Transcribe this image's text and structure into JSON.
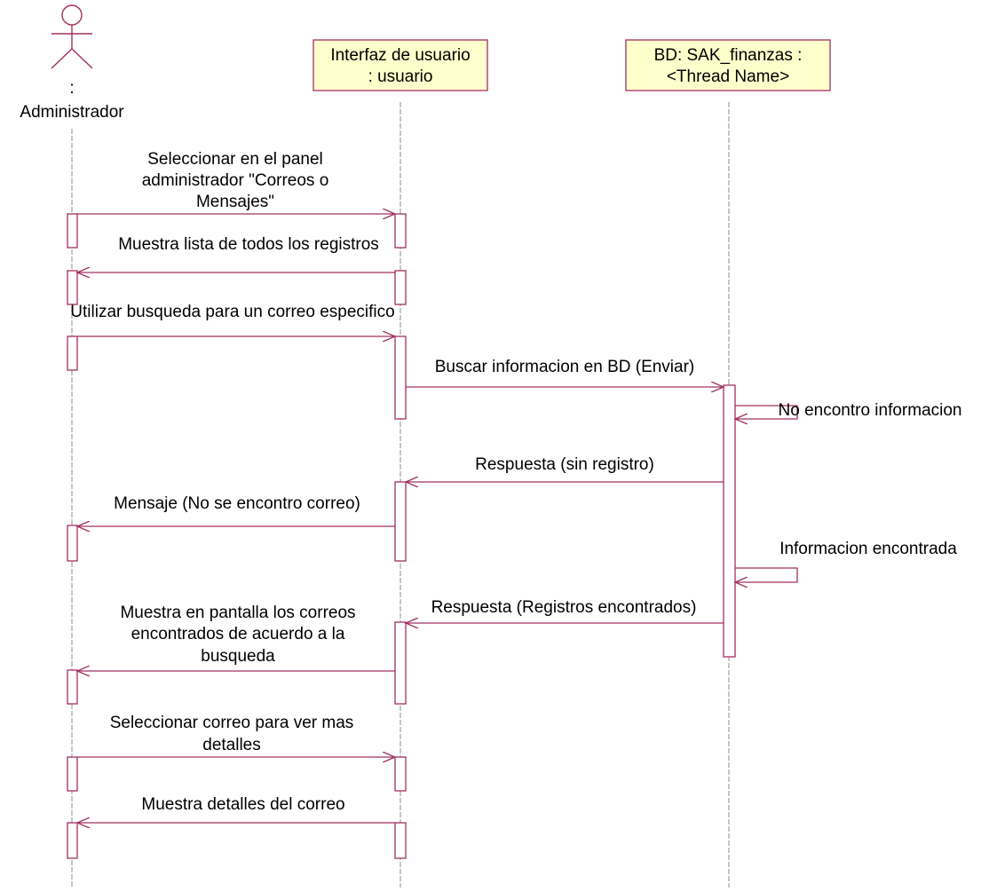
{
  "actor": {
    "colon": ":",
    "name": "Administrador"
  },
  "objects": [
    {
      "line1": "Interfaz de usuario",
      "line2": ": usuario"
    },
    {
      "line1": "BD: SAK_finanzas :",
      "line2": "<Thread Name>"
    }
  ],
  "messages": [
    {
      "lines": [
        "Seleccionar en el panel",
        "administrador \"Correos o",
        "Mensajes\""
      ]
    },
    {
      "lines": [
        "Muestra lista de todos los registros"
      ]
    },
    {
      "lines": [
        "Utilizar busqueda para un correo especifico"
      ]
    },
    {
      "lines": [
        "Buscar informacion en BD (Enviar)"
      ]
    },
    {
      "lines": [
        "No encontro informacion"
      ]
    },
    {
      "lines": [
        "Respuesta (sin registro)"
      ]
    },
    {
      "lines": [
        "Mensaje (No se encontro correo)"
      ]
    },
    {
      "lines": [
        "Informacion encontrada"
      ]
    },
    {
      "lines": [
        "Respuesta (Registros encontrados)"
      ]
    },
    {
      "lines": [
        "Muestra en pantalla los correos",
        "encontrados de acuerdo a la",
        "busqueda"
      ]
    },
    {
      "lines": [
        "Seleccionar correo para ver mas",
        "detalles"
      ]
    },
    {
      "lines": [
        "Muestra detalles del correo"
      ]
    }
  ],
  "colors": {
    "line": "#a03060",
    "object_fill": "#ffffcc",
    "lifeline": "#8c8c8c"
  }
}
